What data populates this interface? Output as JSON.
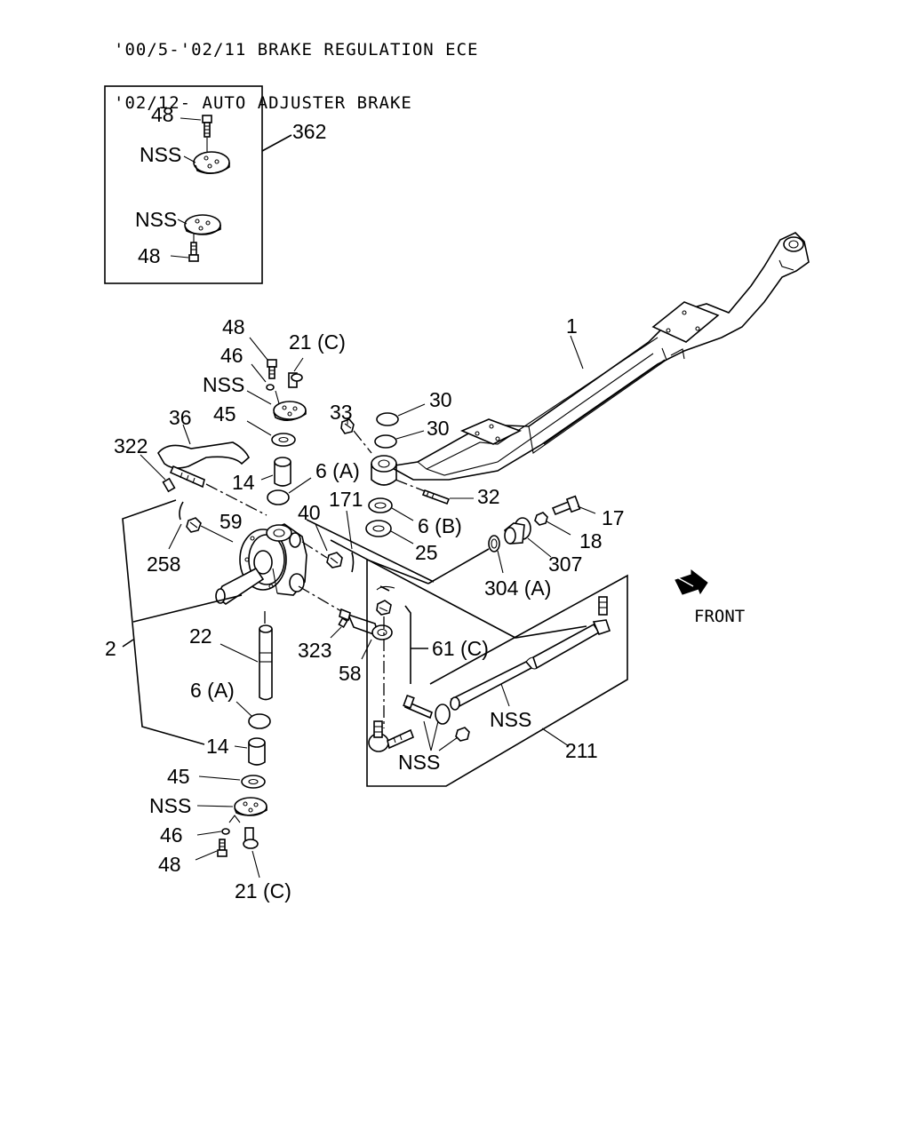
{
  "header": {
    "line1": "'00/5-'02/11 BRAKE REGULATION ECE",
    "line2": "'02/12- AUTO ADJUSTER BRAKE"
  },
  "direction_label": "FRONT",
  "inset": {
    "part_number": "362",
    "labels": [
      "48",
      "NSS",
      "NSS",
      "48"
    ]
  },
  "labels": {
    "p1": "1",
    "p48a": "48",
    "p46a": "46",
    "p21a": "21 (C)",
    "pNSSa": "NSS",
    "p45a": "45",
    "p36": "36",
    "p322": "322",
    "p14a": "14",
    "p6a1": "6 (A)",
    "p171": "171",
    "p33": "33",
    "p30a": "30",
    "p30b": "30",
    "p32": "32",
    "p6b": "6 (B)",
    "p25": "25",
    "p40": "40",
    "p59": "59",
    "p258": "258",
    "p17": "17",
    "p18": "18",
    "p307": "307",
    "p304": "304 (A)",
    "p2": "2",
    "p22": "22",
    "p323": "323",
    "p58": "58",
    "p61": "61 (C)",
    "p6a2": "6 (A)",
    "pNSSb": "NSS",
    "pNSSc": "NSS",
    "p211": "211",
    "p14b": "14",
    "p45b": "45",
    "pNSSd": "NSS",
    "p46b": "46",
    "p48b": "48",
    "p21b": "21 (C)"
  }
}
